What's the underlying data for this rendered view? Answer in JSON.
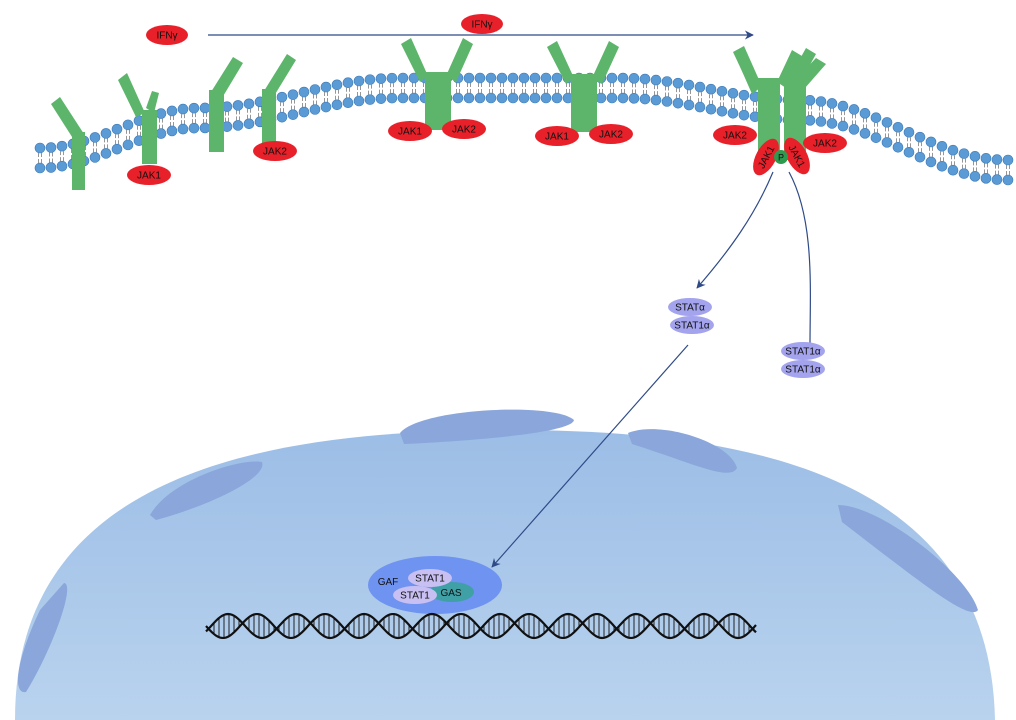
{
  "labels": {
    "ifng_left": "IFNγ",
    "ifng_top": "IFNγ",
    "jak1_r1": "JAK1",
    "jak2_r2": "JAK2",
    "pair1_jak1": "JAK1",
    "pair1_jak2": "JAK2",
    "pair2_jak1": "JAK1",
    "pair2_jak2": "JAK2",
    "active_jak2_left": "JAK2",
    "active_jak1_left": "JAK1",
    "active_jak1_right": "JAK1",
    "active_jak2_right": "JAK2",
    "phospho": "P",
    "stat_pair_a_top": "STATα",
    "stat_pair_a_bottom": "STAT1α",
    "stat_pair_b_top": "STAT1α",
    "stat_pair_b_bottom": "STAT1α",
    "gaf": "GAF",
    "nuc_stat1_top": "STAT1",
    "nuc_stat1_bottom": "STAT1",
    "gas": "GAS"
  },
  "colors": {
    "receptor": "#5cb56a",
    "jak": "#e8202a",
    "phospho": "#2e9a4e",
    "stat": "#a3a3ee",
    "lipid_head": "#5b9bd5",
    "arrow": "#2f4a87",
    "nucleus": "#a3c3e6",
    "nuclear_pore": "#8aa6da",
    "gaf_complex": "#6f93f0",
    "gas": "#3fa0a6",
    "dna": "#111111"
  }
}
